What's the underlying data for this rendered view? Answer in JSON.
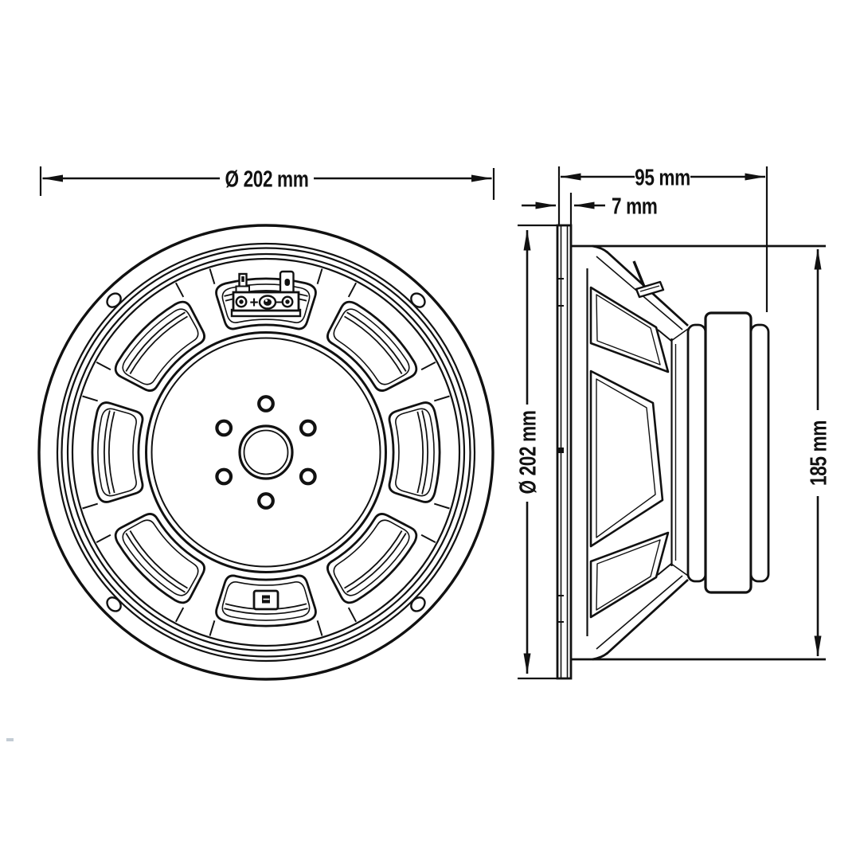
{
  "colors": {
    "background": "#ffffff",
    "ink": "#111111"
  },
  "front_view": {
    "outer_diameter_label": "Ø 202 mm",
    "terminal_polarity_label": "+"
  },
  "side_view": {
    "depth_label": "95 mm",
    "flange_thickness_label": "7 mm",
    "diameter_label": "Ø 202 mm",
    "basket_height_label": "185 mm"
  }
}
